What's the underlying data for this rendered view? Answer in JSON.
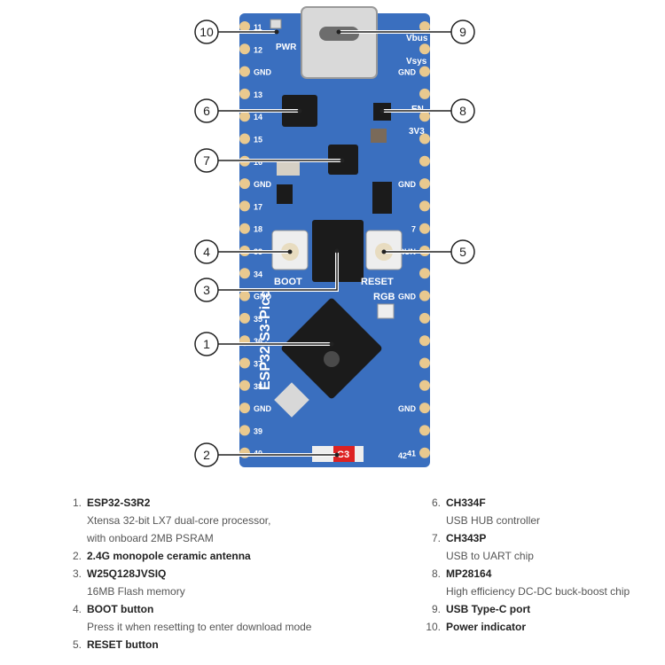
{
  "board": {
    "model_label": "ESP32-S3-Pico",
    "silk": {
      "pwr": "PWR",
      "vbus": "Vbus",
      "vsys": "Vsys",
      "en": "EN",
      "v3v3": "3V3",
      "run": "RUN",
      "boot": "BOOT",
      "reset": "RESET",
      "rgb": "RGB",
      "c3": "C3",
      "pin42": "42"
    },
    "left_pins": [
      "11",
      "12",
      "GND",
      "13",
      "14",
      "15",
      "16",
      "GND",
      "17",
      "18",
      "33",
      "34",
      "GND",
      "35",
      "36",
      "37",
      "38",
      "GND",
      "39",
      "40"
    ],
    "right_pins": [
      "",
      "",
      "GND",
      "",
      "",
      "",
      "",
      "GND",
      "",
      "7",
      "RUN",
      "",
      "GND",
      "",
      "",
      "",
      "",
      "GND",
      "",
      "41"
    ]
  },
  "callouts": [
    {
      "n": "10"
    },
    {
      "n": "9"
    },
    {
      "n": "6"
    },
    {
      "n": "8"
    },
    {
      "n": "7"
    },
    {
      "n": "4"
    },
    {
      "n": "5"
    },
    {
      "n": "3"
    },
    {
      "n": "1"
    },
    {
      "n": "2"
    }
  ],
  "legend": {
    "left": [
      {
        "n": "1.",
        "title": "ESP32-S3R2",
        "desc": [
          "Xtensa 32-bit LX7 dual-core processor,",
          "with onboard 2MB PSRAM"
        ]
      },
      {
        "n": "2.",
        "title": "2.4G monopole ceramic antenna",
        "desc": []
      },
      {
        "n": "3.",
        "title": "W25Q128JVSIQ",
        "desc": [
          "16MB Flash memory"
        ]
      },
      {
        "n": "4.",
        "title": "BOOT button",
        "desc": [
          "Press it when resetting to enter download mode"
        ]
      },
      {
        "n": "5.",
        "title": "RESET button",
        "desc": []
      }
    ],
    "right": [
      {
        "n": "6.",
        "title": "CH334F",
        "desc": [
          "USB HUB controller"
        ]
      },
      {
        "n": "7.",
        "title": "CH343P",
        "desc": [
          "USB to UART chip"
        ]
      },
      {
        "n": "8.",
        "title": "MP28164",
        "desc": [
          "High efficiency DC-DC buck-boost chip"
        ]
      },
      {
        "n": "9.",
        "title": "USB Type-C port",
        "desc": []
      },
      {
        "n": "10.",
        "title": "Power indicator",
        "desc": []
      }
    ]
  },
  "colors": {
    "board": "#3a6fbf",
    "pad": "#e9c98f",
    "ic": "#1b1b1b",
    "silk": "#ffffff",
    "callout": "#222222"
  }
}
